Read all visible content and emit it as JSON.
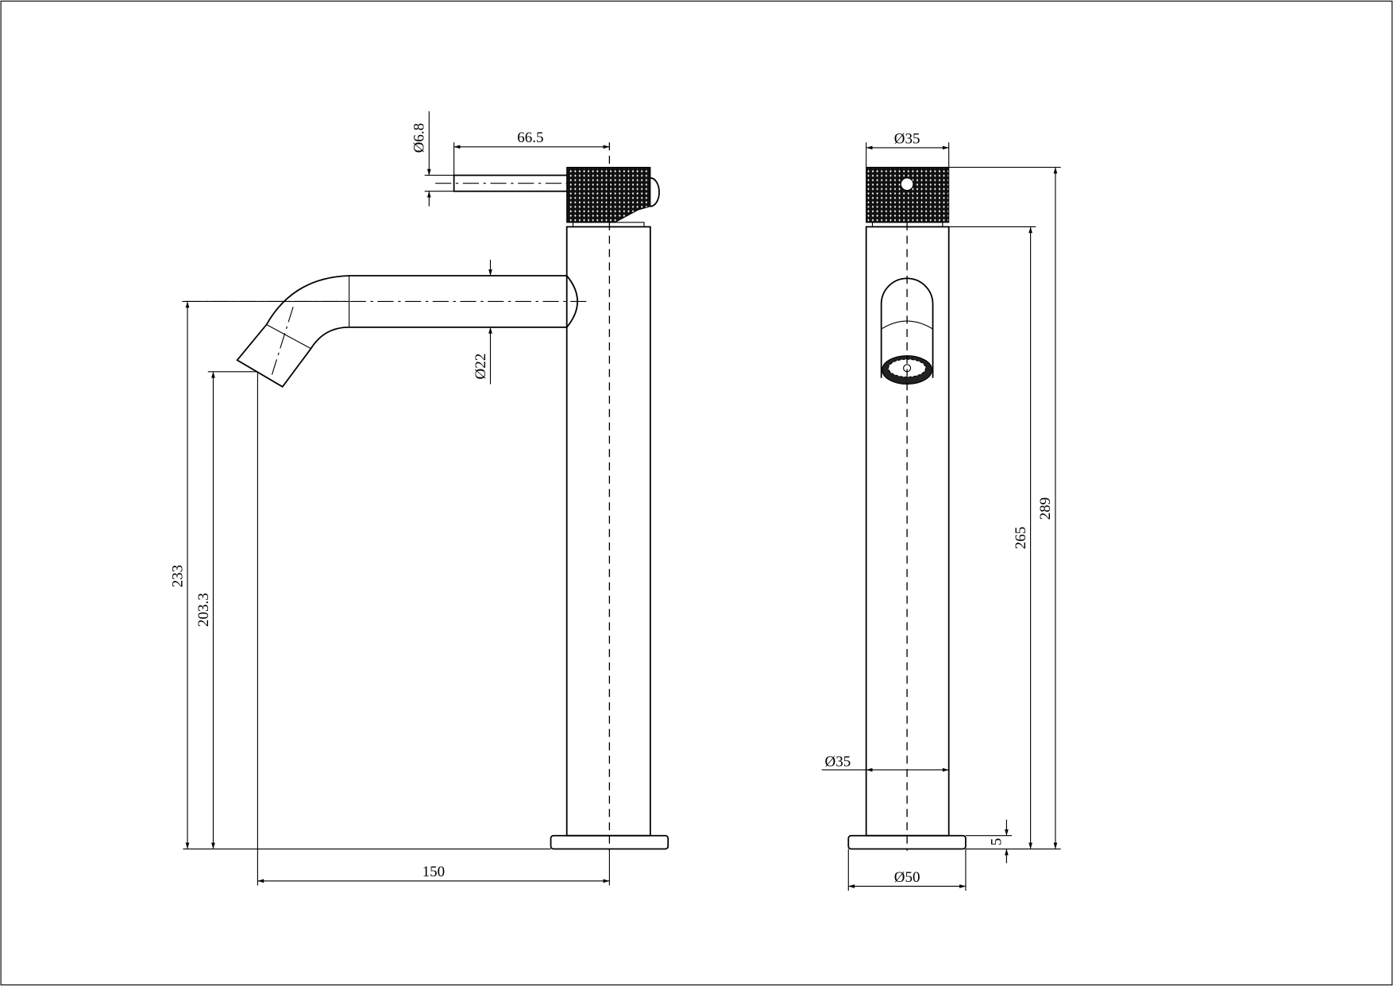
{
  "title": "Tall basin mixer technical drawing",
  "side_view": {
    "lever_diameter": "Ø6.8",
    "lever_length": "66.5",
    "spout_diameter": "Ø22",
    "spout_centre_height": "233",
    "outlet_height": "203.3",
    "spout_reach": "150"
  },
  "front_view": {
    "handle_diameter": "Ø35",
    "body_diameter": "Ø35",
    "body_height": "265",
    "total_height": "289",
    "base_thickness": "5",
    "base_diameter": "Ø50"
  },
  "colors": {
    "line": "#000000",
    "background": "#ffffff"
  }
}
